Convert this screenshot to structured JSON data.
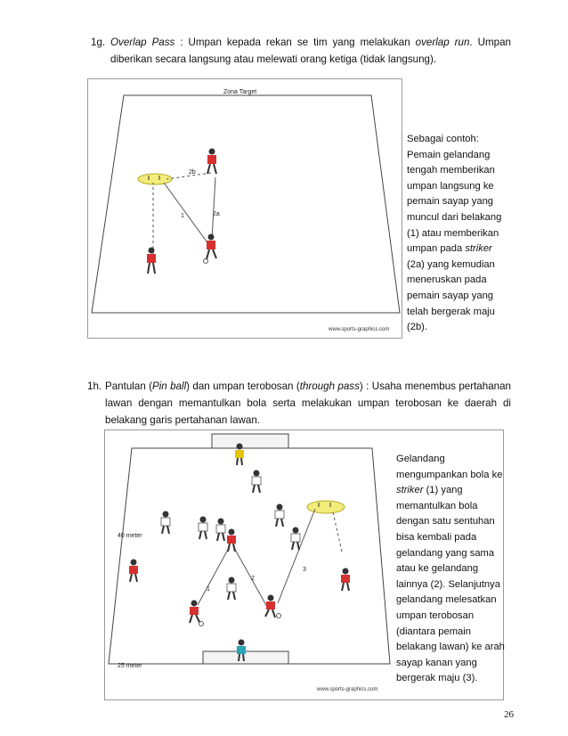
{
  "section_g": {
    "number": "1g.",
    "line1_parts": [
      "Overlap Pass",
      " : Umpan kepada rekan se tim yang melakukan ",
      "overlap run",
      ". Umpan"
    ],
    "line2": "diberikan secara langsung atau melewati orang ketiga (tidak langsung)."
  },
  "figure1": {
    "zone_label": "Zona Target",
    "labels": {
      "l1": "1",
      "l2a": "2a",
      "l2b": "2b"
    },
    "watermark": "www.sports-graphics.com",
    "caption_lines": [
      "Sebagai contoh:",
      "Pemain gelandang",
      "tengah memberikan",
      "umpan langsung ke",
      "pemain sayap yang",
      "muncul  dari belakang",
      "(1) atau memberikan"
    ],
    "caption_line8_pre": "umpan pada ",
    "caption_line8_em": "striker",
    "caption_lines_b": [
      "(2a) yang kemudian",
      "meneruskan pada",
      "pemain sayap yang",
      "telah bergerak maju",
      "(2b)."
    ]
  },
  "section_h": {
    "number": "1h.",
    "line1_parts": [
      "Pantulan (",
      "Pin ball",
      ") dan umpan terobosan (",
      "through pass",
      ") : Usaha menembus pertahanan"
    ],
    "line2": "lawan dengan memantulkan bola serta melakukan umpan terobosan ke daerah di",
    "line3": "belakang garis pertahanan lawan."
  },
  "figure2": {
    "distance_40": "40 meter",
    "distance_25": "25 meter",
    "labels": {
      "l1": "1",
      "l2": "2",
      "l3": "3"
    },
    "watermark": "www.sports-graphics.com",
    "caption_lines_a": [
      "Gelandang",
      "mengumpankan bola ke"
    ],
    "caption_line3_em": "striker",
    "caption_line3_post": " (1) yang",
    "caption_lines_b": [
      "memantulkan bola",
      "dengan satu sentuhan",
      "bisa kembali pada",
      "gelandang yang sama",
      "atau ke gelandang",
      "lainnya (2). Selanjutnya",
      "gelandang melesatkan",
      "umpan terobosan",
      "(diantara pemain",
      "belakang lawan) ke arah",
      "sayap kanan yang",
      "bergerak maju (3)."
    ]
  },
  "page_number": "26"
}
